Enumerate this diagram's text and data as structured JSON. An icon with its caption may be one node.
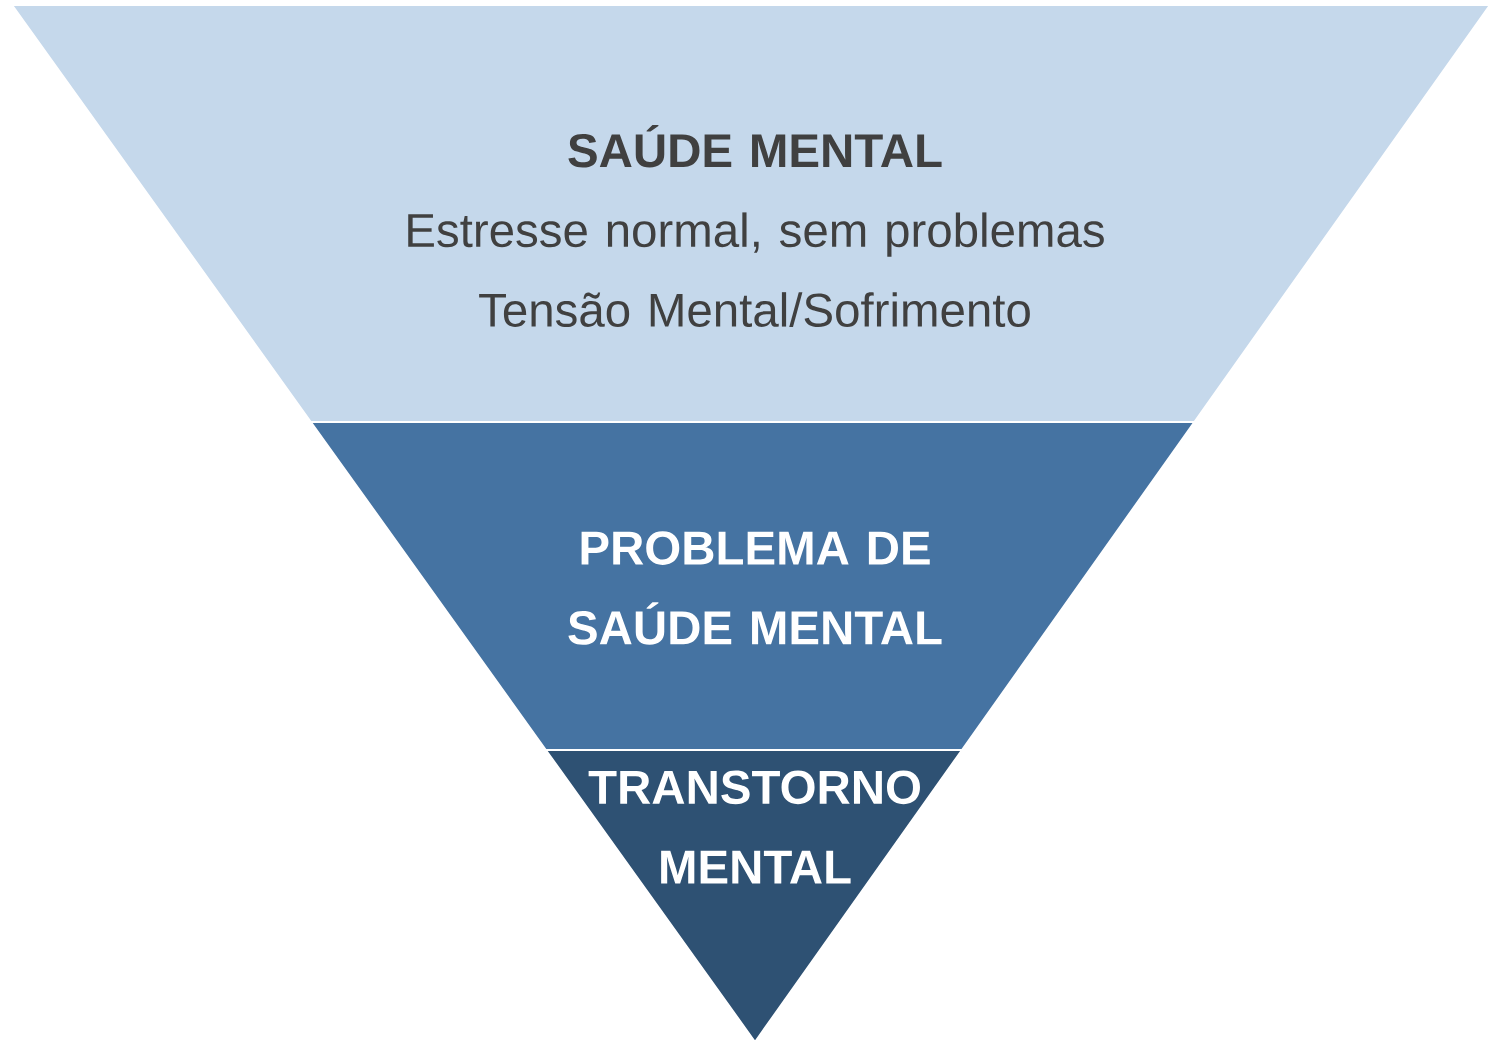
{
  "diagram": {
    "nodes": [
      {
        "text": [
          "SAÚDE MENTAL",
          "Estresse normal, sem problemas",
          "Tensão Mental/Sofrimento"
        ]
      },
      {
        "text": [
          "PROBLEMA DE SAÚDE MENTAL"
        ]
      },
      {
        "text": [
          "TRANSTORNO MENTAL"
        ]
      }
    ]
  }
}
